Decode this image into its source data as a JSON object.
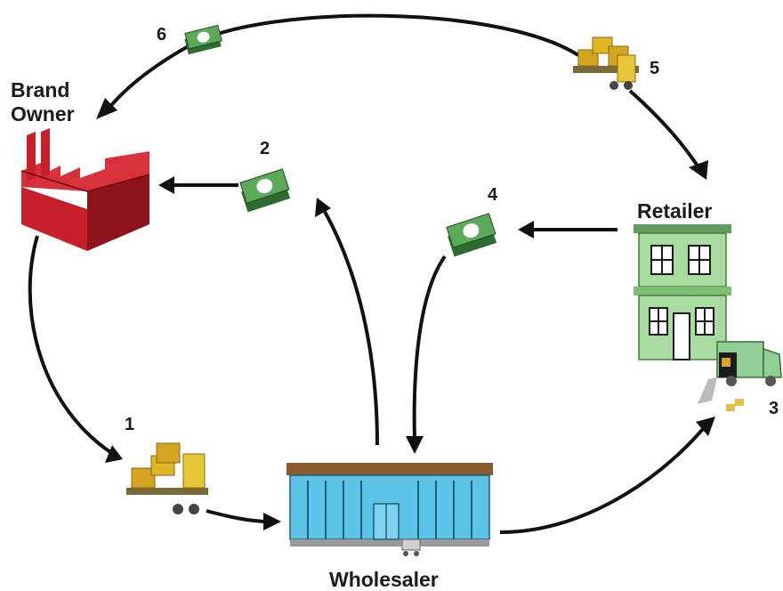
{
  "labels": {
    "brand_owner_line1": "Brand",
    "brand_owner_line2": "Owner",
    "retailer": "Retailer",
    "wholesaler": "Wholesaler"
  },
  "steps": [
    "1",
    "2",
    "3",
    "4",
    "5",
    "6"
  ],
  "icons": {
    "factory": "factory-icon",
    "store": "store-icon",
    "wholesale": "warehouse-icon",
    "goods": "forklift-boxes-icon",
    "money": "cash-stack-icon",
    "truck": "delivery-truck-icon",
    "cart": "shopping-cart-icon"
  },
  "colors": {
    "factory": "#c8202a",
    "factory_dark": "#8e1219",
    "retailer": "#a9dca1",
    "retailer_dark": "#5f9e5c",
    "wholesaler": "#5cc2e6",
    "wholesaler_roof": "#8b5a2b",
    "money": "#4e9b4e",
    "boxes": "#d6a520",
    "forklift": "#e0b623",
    "arrow": "#111111"
  }
}
